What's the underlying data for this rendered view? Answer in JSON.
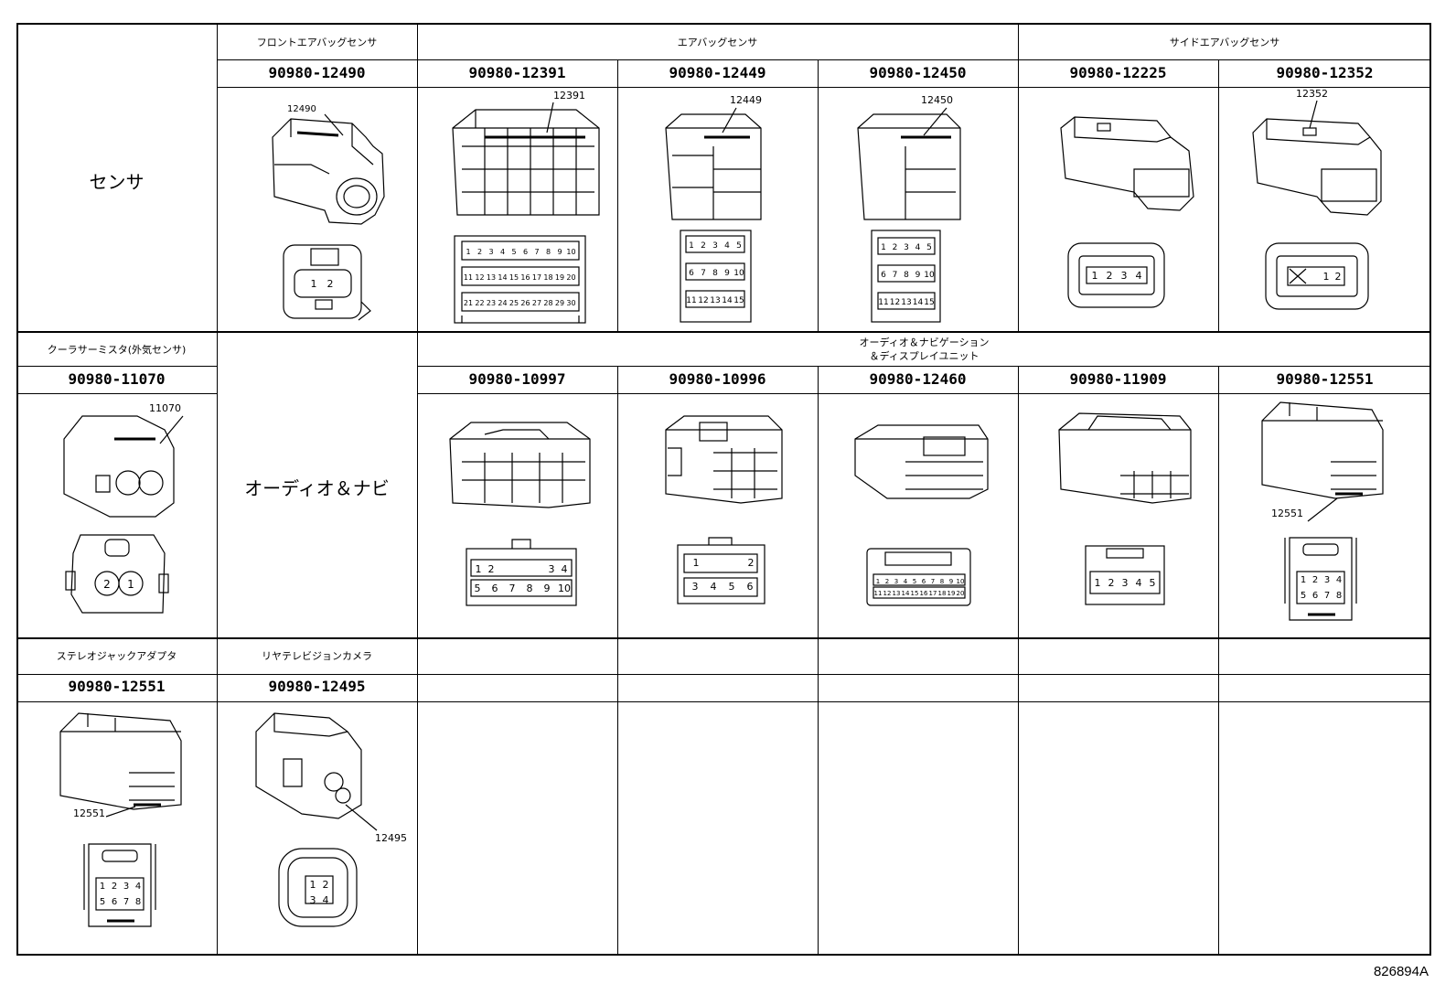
{
  "rows": [
    {
      "side_label": "センサ",
      "groups": [
        {
          "title": "フロントエアバッグセンサ"
        },
        {
          "title": "エアバッグセンサ"
        },
        {
          "title": "サイドエアバッグセンサ"
        }
      ],
      "connectors": [
        {
          "part": "90980-12490",
          "callout": "12490",
          "pins": [
            "1",
            "2"
          ]
        },
        {
          "part": "90980-12391",
          "callout": "12391",
          "pins": [
            "1",
            "2",
            "3",
            "4",
            "5",
            "6",
            "7",
            "8",
            "9",
            "10",
            "11",
            "12",
            "13",
            "14",
            "15",
            "16",
            "17",
            "18",
            "19",
            "20",
            "21",
            "22",
            "23",
            "24",
            "25",
            "26",
            "27",
            "28",
            "29",
            "30"
          ]
        },
        {
          "part": "90980-12449",
          "callout": "12449",
          "pins": [
            "1",
            "2",
            "3",
            "4",
            "5",
            "6",
            "7",
            "8",
            "9",
            "10",
            "11",
            "12",
            "13",
            "14",
            "15"
          ]
        },
        {
          "part": "90980-12450",
          "callout": "12450",
          "pins": [
            "1",
            "2",
            "3",
            "4",
            "5",
            "6",
            "7",
            "8",
            "9",
            "10",
            "11",
            "12",
            "13",
            "14",
            "15"
          ]
        },
        {
          "part": "90980-12225",
          "callout": "",
          "pins": [
            "1",
            "2",
            "3",
            "4"
          ]
        },
        {
          "part": "90980-12352",
          "callout": "12352",
          "pins": [
            "1",
            "2"
          ]
        }
      ]
    },
    {
      "side_label": "オーディオ＆ナビ",
      "first_title": "クーラサーミスタ(外気センサ)",
      "groups": [
        {
          "title": "オーディオ＆ナビゲーション\n＆ディスプレイユニット"
        }
      ],
      "connectors": [
        {
          "part": "90980-11070",
          "callout": "11070",
          "pins": [
            "2",
            "1"
          ]
        },
        {
          "part": "90980-10997",
          "callout": "",
          "pins": [
            "1",
            "2",
            "3",
            "4",
            "5",
            "6",
            "7",
            "8",
            "9",
            "10"
          ]
        },
        {
          "part": "90980-10996",
          "callout": "",
          "pins": [
            "1",
            "2",
            "3",
            "4",
            "5",
            "6"
          ]
        },
        {
          "part": "90980-12460",
          "callout": "",
          "pins": [
            "1",
            "2",
            "3",
            "4",
            "5",
            "6",
            "7",
            "8",
            "9",
            "10",
            "11",
            "12",
            "13",
            "14",
            "15",
            "16",
            "17",
            "18",
            "19",
            "20"
          ]
        },
        {
          "part": "90980-11909",
          "callout": "",
          "pins": [
            "1",
            "2",
            "3",
            "4",
            "5"
          ]
        },
        {
          "part": "90980-12551",
          "callout": "12551",
          "pins": [
            "1",
            "2",
            "3",
            "4",
            "5",
            "6",
            "7",
            "8"
          ]
        }
      ]
    },
    {
      "titles": [
        "ステレオジャックアダプタ",
        "リヤテレビジョンカメラ"
      ],
      "connectors": [
        {
          "part": "90980-12551",
          "callout": "12551",
          "pins": [
            "1",
            "2",
            "3",
            "4",
            "5",
            "6",
            "7",
            "8"
          ]
        },
        {
          "part": "90980-12495",
          "callout": "12495",
          "pins": [
            "1",
            "2",
            "3",
            "4"
          ]
        }
      ]
    }
  ],
  "reference_code": "826894A"
}
